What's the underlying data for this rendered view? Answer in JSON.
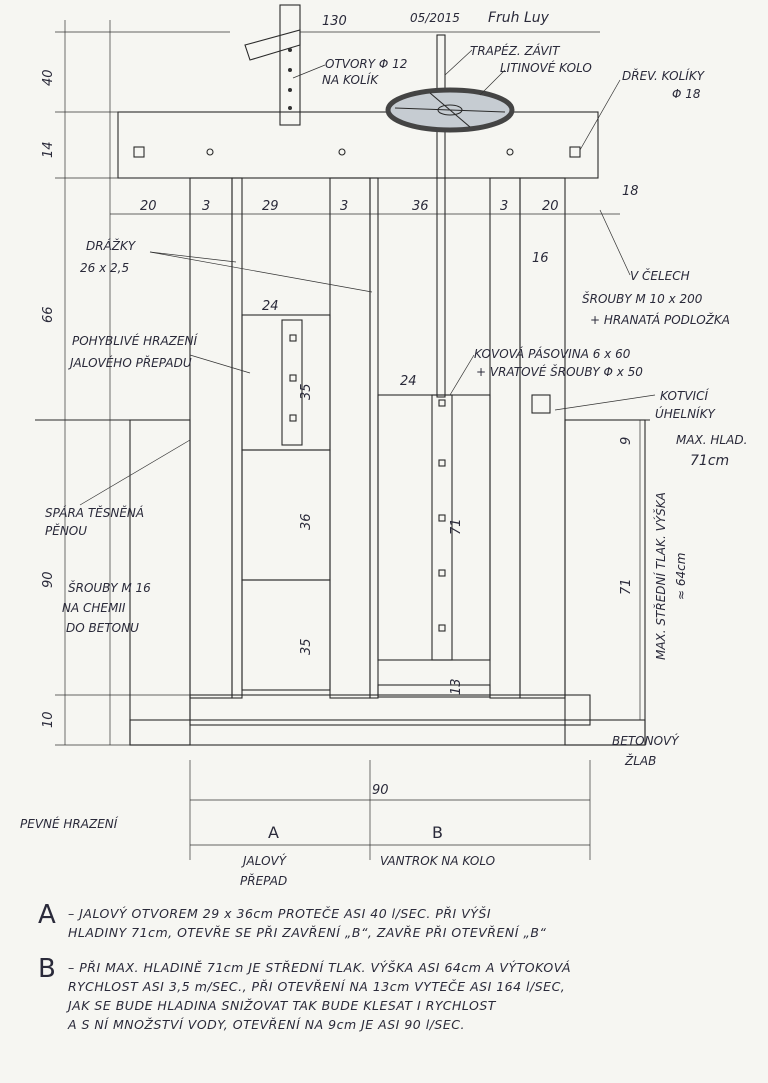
{
  "header": {
    "date": "05/2015",
    "signature": "Fruh Luy"
  },
  "labels": {
    "pin_holes": "OTVORY Φ 12",
    "pin_holes_2": "NA KOLÍK",
    "trapezoid_thread": "TRAPÉZ. ZÁVIT",
    "cast_wheel": "LITINOVÉ KOLO",
    "wood_pins": "DŘEV. KOLÍKY",
    "wood_pins_2": "Φ 18",
    "grooves": "DRÁŽKY",
    "grooves_2": "26 x 2,5",
    "in_ends": "V ČELECH",
    "bolt": "ŠROUBY M 10 x 200",
    "bolt_2": "+ HRANATÁ PODLOŽKA",
    "movable_gate": "POHYBLIVÉ HRAZENÍ",
    "movable_gate_2": "JALOVÉHO PŘEPADU",
    "metal_strip": "KOVOVÁ PÁSOVINA 6 x 60",
    "metal_strip_2": "+ VRATOVÉ ŠROUBY Φ x 50",
    "anchor_angles": "KOTVICÍ",
    "anchor_angles_2": "ÚHELNÍKY",
    "max_level": "MAX. HLAD.",
    "max_level_2": "71cm",
    "foam_joint": "SPÁRA TĚSNĚNÁ",
    "foam_joint_2": "PĚNOU",
    "bolts_chem": "ŠROUBY M 16",
    "bolts_chem_2": "NA CHEMII",
    "bolts_chem_3": "DO BETONU",
    "pressure_height": "MAX. STŘEDNÍ TLAK. VÝŠKA",
    "pressure_height_2": "≈ 64cm",
    "concrete_trough": "BETONOVÝ",
    "concrete_trough_2": "ŽLAB",
    "fixed_gate": "PEVNÉ HRAZENÍ",
    "section_a": "A",
    "section_b": "B",
    "spillway": "JALOVÝ",
    "spillway_2": "PŘEPAD",
    "wheel_flume": "VANTROK NA KOLO"
  },
  "dimensions": {
    "d40": "40",
    "d14": "14",
    "d66": "66",
    "d90_v": "90",
    "d10": "10",
    "d130": "130",
    "d20a": "20",
    "d3a": "3",
    "d29": "29",
    "d3b": "3",
    "d36": "36",
    "d3c": "3",
    "d20b": "20",
    "d18": "18",
    "d16": "16",
    "d24a": "24",
    "d24b": "24",
    "d35a": "35",
    "d36b": "36",
    "d35b": "35",
    "d71a": "71",
    "d13": "13",
    "d9": "9",
    "d71b": "71",
    "d90_h": "90"
  },
  "notes": [
    {
      "key": "A",
      "lines": [
        "– JALOVÝ OTVOREM 29 x 36cm PROTEČE ASI 40 l/SEC. PŘI VÝŠI",
        "HLADINY 71cm, OTEVŘE SE PŘI ZAVŘENÍ „B“, ZAVŘE PŘI OTEVŘENÍ „B“"
      ]
    },
    {
      "key": "B",
      "lines": [
        "– PŘI MAX. HLADINĚ 71cm JE STŘEDNÍ TLAK. VÝŠKA ASI 64cm A VÝTOKOVÁ",
        "RYCHLOST ASI 3,5 m/SEC., PŘI OTEVŘENÍ NA 13cm VYTEČE ASI 164 l/SEC,",
        "JAK SE BUDE HLADINA SNIŽOVAT TAK BUDE KLESAT I RYCHLOST",
        "A S NÍ MNOŽSTVÍ VODY, OTEVŘENÍ NA 9cm JE ASI 90 l/SEC."
      ]
    }
  ],
  "colors": {
    "wood_yellow": "#efedb4",
    "wood_pink": "#e6c3b6",
    "concrete": "#cfcbe4",
    "metal": "#b9d3ea",
    "wheel": "#8a949c"
  }
}
